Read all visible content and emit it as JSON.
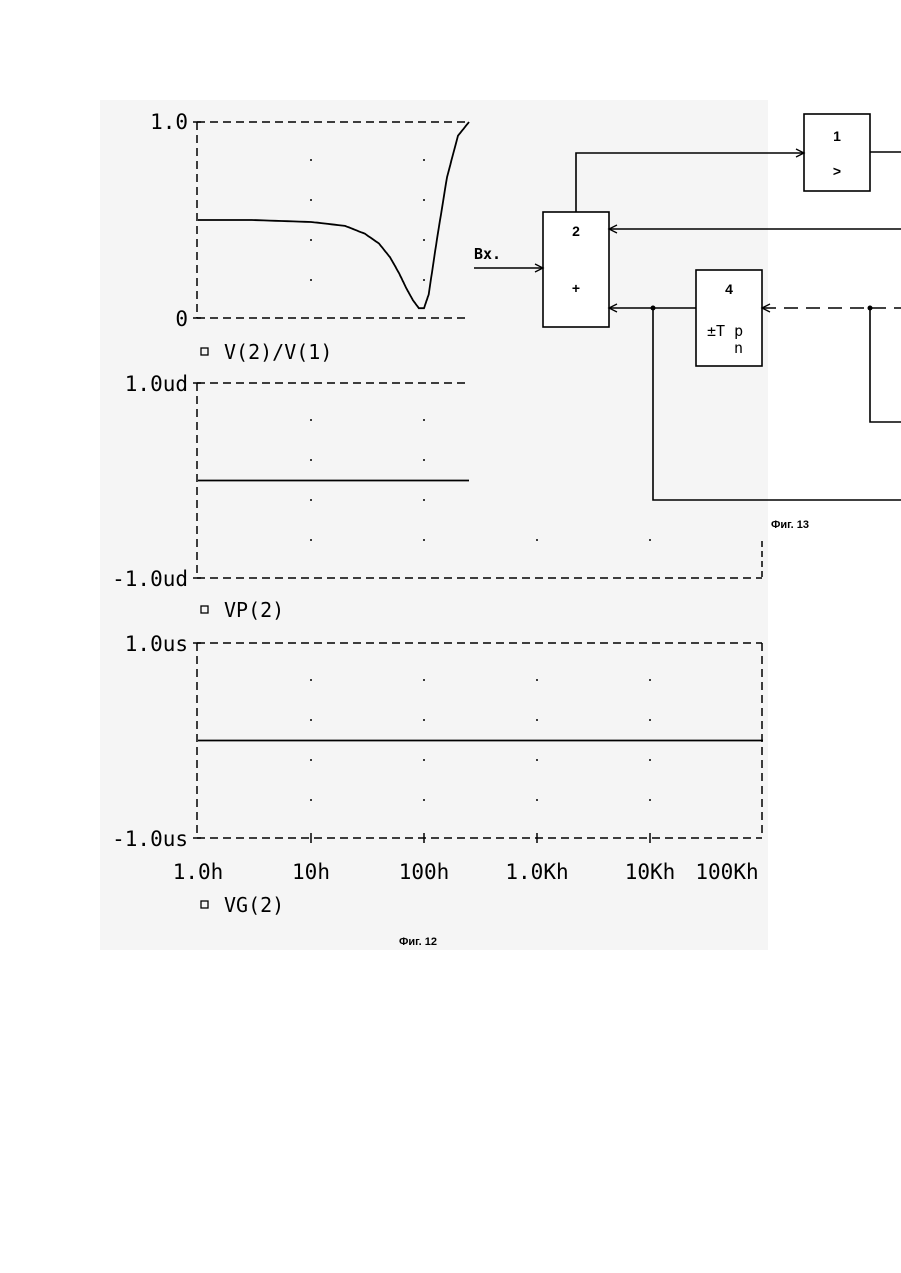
{
  "chart_data": [
    {
      "type": "line",
      "series": [
        {
          "name": "V(2)/V(1)",
          "x": [
            1,
            3,
            10,
            20,
            30,
            40,
            50,
            60,
            70,
            80,
            90,
            100,
            110,
            130,
            160,
            200,
            250
          ],
          "y": [
            0.5,
            0.5,
            0.49,
            0.47,
            0.43,
            0.38,
            0.31,
            0.23,
            0.15,
            0.09,
            0.05,
            0.05,
            0.12,
            0.4,
            0.72,
            0.93,
            1.0
          ]
        }
      ],
      "x_scale": "log",
      "xlim": [
        1,
        250
      ],
      "ylim": [
        0,
        1
      ],
      "y_ticks": [
        "1.0",
        "0"
      ]
    },
    {
      "type": "line",
      "series": [
        {
          "name": "VP(2)",
          "x": [
            1,
            250
          ],
          "y": [
            0,
            0
          ]
        }
      ],
      "x_scale": "log",
      "xlim": [
        1,
        100000
      ],
      "ylim": [
        -1,
        1
      ],
      "y_ticks": [
        "1.0ud",
        "-1.0ud"
      ]
    },
    {
      "type": "line",
      "series": [
        {
          "name": "VG(2)",
          "x": [
            1,
            100000
          ],
          "y": [
            0,
            0
          ]
        }
      ],
      "x_scale": "log",
      "xlim": [
        1,
        100000
      ],
      "ylim": [
        -1,
        1
      ],
      "y_ticks": [
        "1.0us",
        "-1.0us"
      ],
      "x_ticks": [
        "1.0h",
        "10h",
        "100h",
        "1.0Kh",
        "10Kh",
        "100Kh"
      ]
    }
  ],
  "captions": {
    "fig12": "Фиг. 12",
    "fig13": "Фиг. 13"
  },
  "diagram": {
    "input_label": "Вх.",
    "block1": {
      "number": "1",
      "symbol": ">"
    },
    "block2": {
      "number": "2",
      "symbol": "+"
    },
    "block4": {
      "number": "4",
      "formula": "±T p",
      "subscript": "n"
    }
  }
}
